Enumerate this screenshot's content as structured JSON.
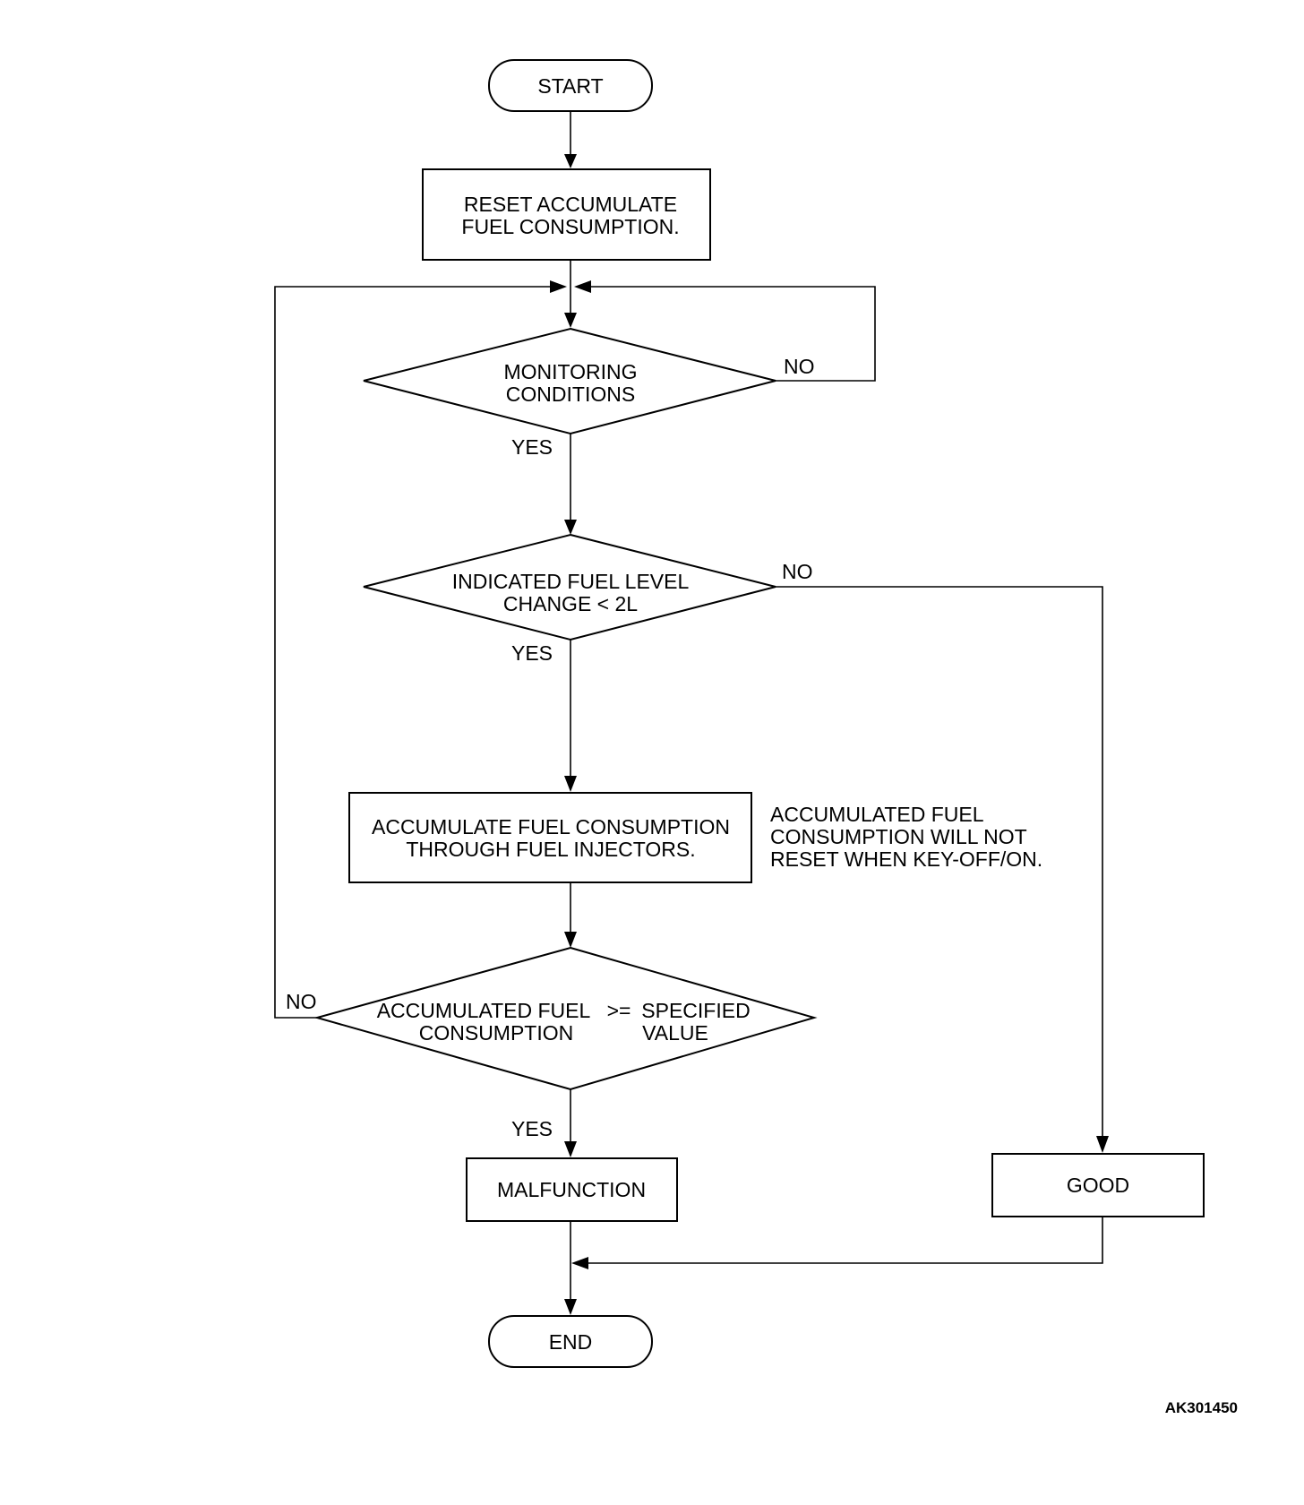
{
  "nodes": {
    "start": "START",
    "reset": [
      "RESET ACCUMULATE",
      "FUEL CONSUMPTION."
    ],
    "monitoring": [
      "MONITORING",
      "CONDITIONS"
    ],
    "fuel_level": [
      "INDICATED FUEL LEVEL",
      "CHANGE < 2L"
    ],
    "accumulate": [
      "ACCUMULATE FUEL CONSUMPTION",
      "THROUGH FUEL INJECTORS."
    ],
    "compare": {
      "left": [
        "ACCUMULATED FUEL",
        "CONSUMPTION"
      ],
      "op": ">=",
      "right": [
        "SPECIFIED",
        "VALUE"
      ]
    },
    "malfunction": "MALFUNCTION",
    "good": "GOOD",
    "end": "END"
  },
  "note": [
    "ACCUMULATED FUEL",
    "CONSUMPTION WILL NOT",
    "RESET WHEN KEY-OFF/ON."
  ],
  "edge_labels": {
    "monitoring_no": "NO",
    "monitoring_yes": "YES",
    "fuel_level_no": "NO",
    "fuel_level_yes": "YES",
    "compare_no": "NO",
    "compare_yes": "YES"
  },
  "figure_code": "AK301450"
}
